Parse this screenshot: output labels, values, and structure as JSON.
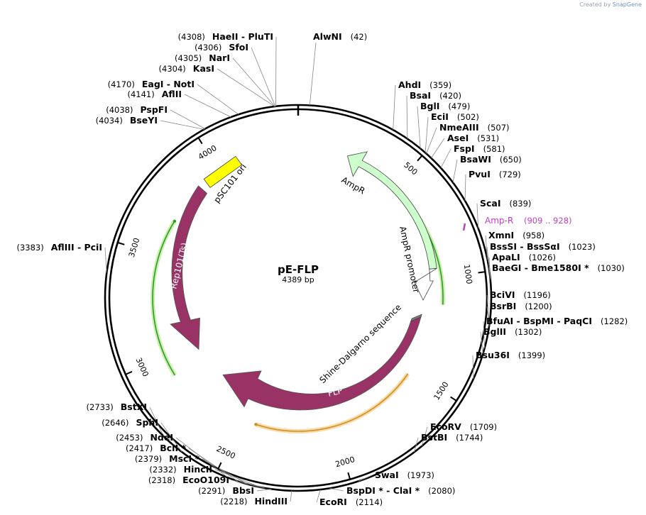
{
  "credit": {
    "prefix": "Created by",
    "brand": "SnapGene"
  },
  "plasmid": {
    "name": "pE-FLP",
    "size_label": "4389 bp",
    "length": 4389
  },
  "ticks": [
    "500",
    "1000",
    "1500",
    "2000",
    "2500",
    "3000",
    "3500",
    "4000"
  ],
  "primer": {
    "name": "Amp-R",
    "range": "(909 .. 928)",
    "color": "#c040c0"
  },
  "features": [
    {
      "label": "AmpR",
      "color": "#ccffcc"
    },
    {
      "label": "AmpR promoter",
      "color": "#ffffff"
    },
    {
      "label": "pSC101 ori",
      "color": "#ffff00"
    },
    {
      "label": "Rep101(Ts)",
      "color": "#993366"
    },
    {
      "label": "FLP",
      "color": "#993366"
    },
    {
      "label": "Shine-Dalgarno sequence",
      "color": "#777777"
    }
  ],
  "enzymes": [
    {
      "name": "AlwNI",
      "pos": "(42)"
    },
    {
      "name": "AhdI",
      "pos": "(359)"
    },
    {
      "name": "BsaI",
      "pos": "(420)"
    },
    {
      "name": "BglI",
      "pos": "(479)"
    },
    {
      "name": "EciI",
      "pos": "(502)"
    },
    {
      "name": "NmeAIII",
      "pos": "(507)"
    },
    {
      "name": "AseI",
      "pos": "(531)"
    },
    {
      "name": "FspI",
      "pos": "(581)"
    },
    {
      "name": "BsaWI",
      "pos": "(650)"
    },
    {
      "name": "PvuI",
      "pos": "(729)"
    },
    {
      "name": "ScaI",
      "pos": "(839)"
    },
    {
      "name": "XmnI",
      "pos": "(958)"
    },
    {
      "name": "BssSI  -  BssSαI",
      "pos": "(1023)"
    },
    {
      "name": "ApaLI",
      "pos": "(1026)"
    },
    {
      "name": "BaeGI  -  Bme1580I *",
      "pos": "(1030)"
    },
    {
      "name": "BciVI",
      "pos": "(1196)"
    },
    {
      "name": "BsrBI",
      "pos": "(1200)"
    },
    {
      "name": "BfuAI  -  BspMI  -  PaqCI",
      "pos": "(1282)"
    },
    {
      "name": "BglII",
      "pos": "(1302)"
    },
    {
      "name": "Bsu36I",
      "pos": "(1399)"
    },
    {
      "name": "EcoRV",
      "pos": "(1709)"
    },
    {
      "name": "BstBI",
      "pos": "(1744)"
    },
    {
      "name": "SwaI",
      "pos": "(1973)"
    },
    {
      "name": "BspDI *  -  ClaI *",
      "pos": "(2080)"
    },
    {
      "name": "EcoRI",
      "pos": "(2114)"
    },
    {
      "name": "HindIII",
      "pos": "(2218)"
    },
    {
      "name": "BbsI",
      "pos": "(2291)"
    },
    {
      "name": "EcoO109I",
      "pos": "(2318)"
    },
    {
      "name": "HincII",
      "pos": "(2332)"
    },
    {
      "name": "MscI *",
      "pos": "(2379)"
    },
    {
      "name": "BclI *",
      "pos": "(2417)"
    },
    {
      "name": "NdeI",
      "pos": "(2453)"
    },
    {
      "name": "SphI",
      "pos": "(2646)"
    },
    {
      "name": "BstXI",
      "pos": "(2733)"
    },
    {
      "name": "AflIII  -  PciI",
      "pos": "(3383)"
    },
    {
      "name": "BseYI",
      "pos": "(4034)"
    },
    {
      "name": "PspFI",
      "pos": "(4038)"
    },
    {
      "name": "AflII",
      "pos": "(4141)"
    },
    {
      "name": "EagI  -  NotI",
      "pos": "(4170)"
    },
    {
      "name": "KasI",
      "pos": "(4304)"
    },
    {
      "name": "NarI",
      "pos": "(4305)"
    },
    {
      "name": "SfoI",
      "pos": "(4306)"
    },
    {
      "name": "HaeII  -  PluTI",
      "pos": "(4308)"
    }
  ]
}
